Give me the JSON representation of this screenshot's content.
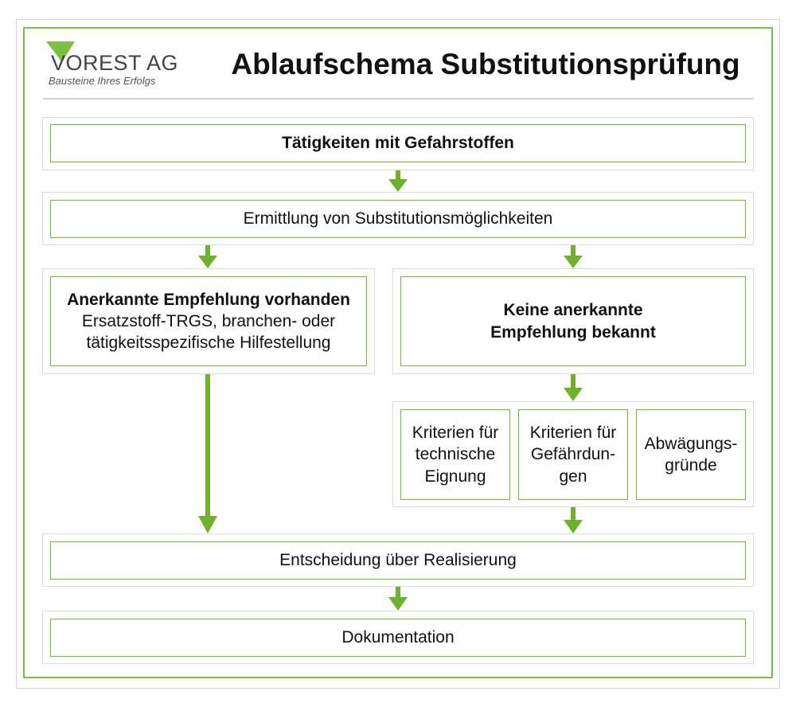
{
  "logo": {
    "name": "VOREST AG",
    "tagline": "Bausteine Ihres Erfolgs"
  },
  "title": "Ablaufschema Substitutionsprüfung",
  "colors": {
    "accent": "#6fb02d",
    "node_border": "#78b83a",
    "holder_border": "#dadada"
  },
  "nodes": {
    "taetigkeiten": "Tätigkeiten mit Gefahrstoffen",
    "ermittlung": "Ermittlung von Substitutionsmöglichkeiten",
    "anerkannt": {
      "heading": "Anerkannte Empfehlung vorhanden",
      "line1": "Ersatzstoff-TRGS, branchen- oder",
      "line2": "tätigkeitsspezifische Hilfestellung"
    },
    "keine": {
      "line1": "Keine anerkannte",
      "line2": "Empfehlung bekannt"
    },
    "kriterien_technisch": {
      "line1": "Kriterien für",
      "line2": "technische",
      "line3": "Eignung"
    },
    "kriterien_gefaehrdung": {
      "line1": "Kriterien für",
      "line2": "Gefährdun-",
      "line3": "gen"
    },
    "abwaegung": {
      "line1": "Abwägungs-",
      "line2": "gründe"
    },
    "entscheidung": "Entscheidung über Realisierung",
    "dokumentation": "Dokumentation"
  }
}
